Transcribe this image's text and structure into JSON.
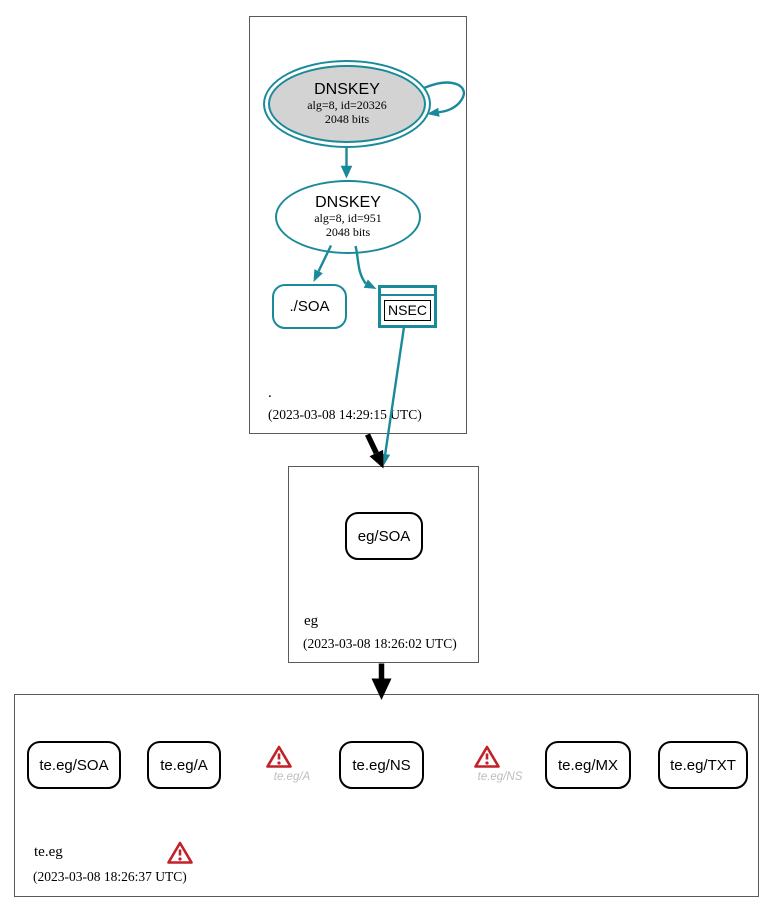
{
  "colors": {
    "secure": "#1a8a9a",
    "warning_red": "#c22127",
    "ink": "#000000",
    "ksk_fill": "#d3d3d3",
    "muted_text": "#bdbdbd",
    "box_border": "#5a5a5a"
  },
  "zones": {
    "root": {
      "name": ".",
      "timestamp": "(2023-03-08 14:29:15 UTC)",
      "nodes": {
        "ksk": {
          "title": "DNSKEY",
          "detail1": "alg=8, id=20326",
          "detail2": "2048 bits"
        },
        "zsk": {
          "title": "DNSKEY",
          "detail1": "alg=8, id=951",
          "detail2": "2048 bits"
        },
        "soa": {
          "label": "./SOA"
        },
        "nsec": {
          "label": "NSEC"
        }
      }
    },
    "eg": {
      "name": "eg",
      "timestamp": "(2023-03-08 18:26:02 UTC)",
      "nodes": {
        "soa": {
          "label": "eg/SOA"
        }
      }
    },
    "teeg": {
      "name": "te.eg",
      "timestamp": "(2023-03-08 18:26:37 UTC)",
      "nodes": {
        "soa": {
          "label": "te.eg/SOA"
        },
        "a": {
          "label": "te.eg/A"
        },
        "warn_a": {
          "label": "te.eg/A"
        },
        "ns": {
          "label": "te.eg/NS"
        },
        "warn_ns": {
          "label": "te.eg/NS"
        },
        "mx": {
          "label": "te.eg/MX"
        },
        "txt": {
          "label": "te.eg/TXT"
        }
      }
    }
  }
}
